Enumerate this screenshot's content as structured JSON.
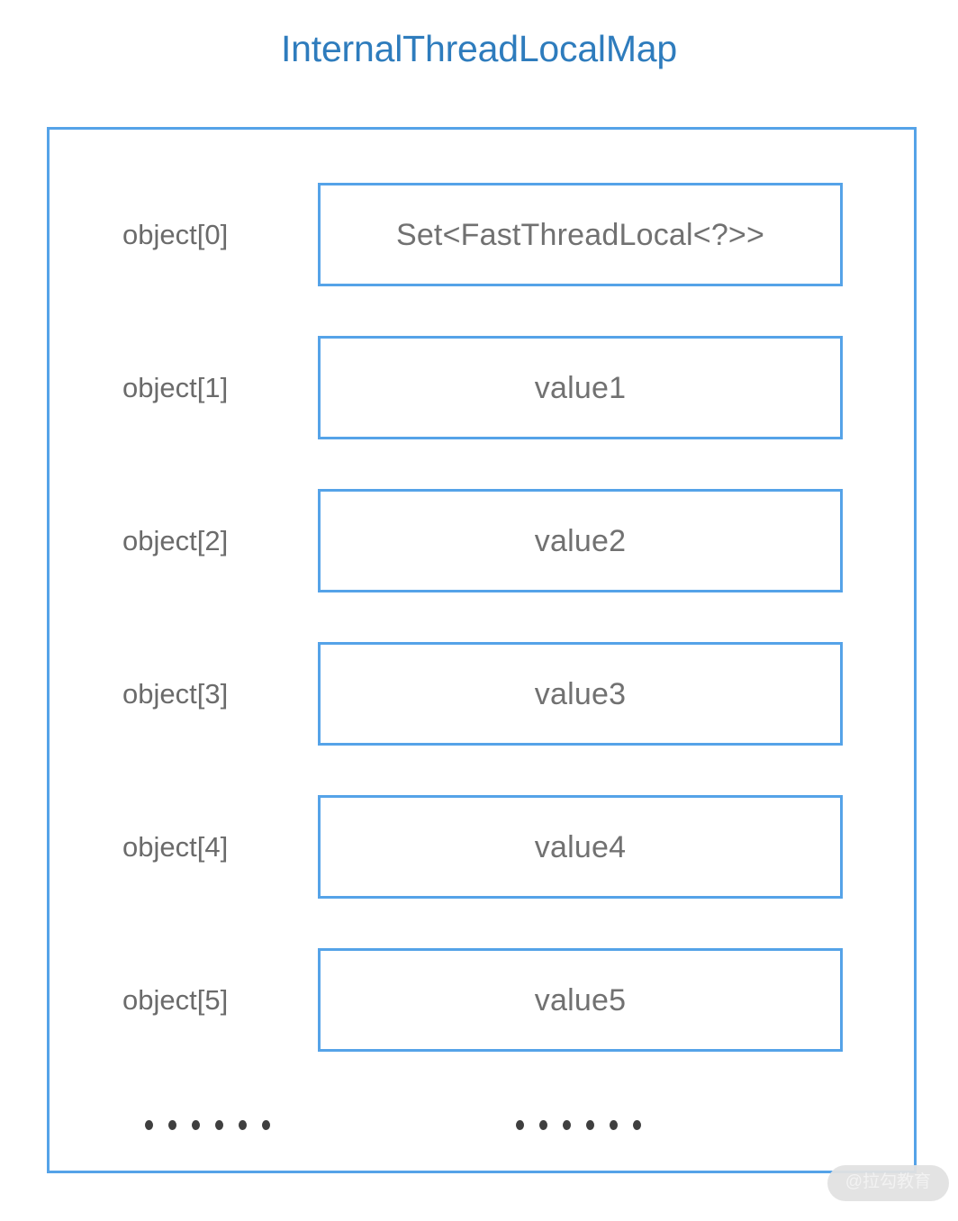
{
  "diagram": {
    "title": "InternalThreadLocalMap",
    "title_color": "#2e7cbd",
    "border_color": "#55a3e8",
    "label_color": "#6b6b6b",
    "value_color": "#717171",
    "background_color": "#ffffff"
  },
  "slots": [
    {
      "index": 0,
      "label": "object[0]",
      "value": "Set<FastThreadLocal<?>>"
    },
    {
      "index": 1,
      "label": "object[1]",
      "value": "value1"
    },
    {
      "index": 2,
      "label": "object[2]",
      "value": "value2"
    },
    {
      "index": 3,
      "label": "object[3]",
      "value": "value3"
    },
    {
      "index": 4,
      "label": "object[4]",
      "value": "value4"
    },
    {
      "index": 5,
      "label": "object[5]",
      "value": "value5"
    }
  ],
  "ellipsis": {
    "left_dots": 6,
    "right_dots": 6,
    "dot_color": "#3f3f3f"
  },
  "watermark": {
    "text": "@拉勾教育",
    "background_color": "#e2e2e2",
    "text_color": "#f2f2f2"
  }
}
